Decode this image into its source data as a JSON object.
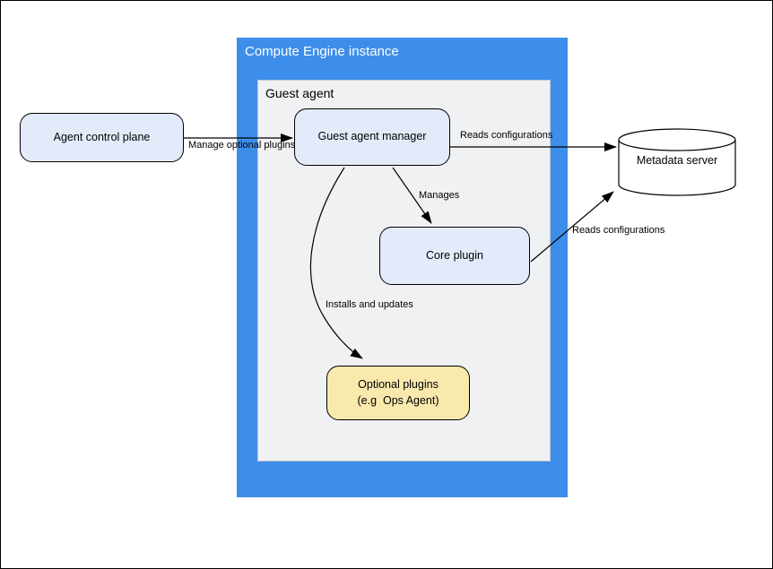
{
  "containers": {
    "compute_engine_instance": {
      "label": "Compute Engine instance"
    },
    "guest_agent": {
      "label": "Guest agent"
    }
  },
  "nodes": {
    "agent_control_plane": {
      "label": "Agent control plane"
    },
    "guest_agent_manager": {
      "label": "Guest agent manager"
    },
    "core_plugin": {
      "label": "Core plugin"
    },
    "optional_plugins": {
      "label_line1": "Optional plugins",
      "label_line2": "(e.g  Ops Agent)"
    },
    "metadata_server": {
      "label": "Metadata server"
    }
  },
  "edges": {
    "manage_optional_plugins": {
      "label": "Manage optional plugins"
    },
    "manager_reads_configurations": {
      "label": "Reads configurations"
    },
    "manages": {
      "label": "Manages"
    },
    "installs_and_updates": {
      "label": "Installs and updates"
    },
    "core_reads_configurations": {
      "label": "Reads configurations"
    }
  },
  "colors": {
    "container_blue": "#3d8eeb",
    "container_gray": "#f0f1f3",
    "node_blue_fill": "#e3ebfa",
    "node_yellow_fill": "#fae9ad",
    "border_black": "#000000"
  }
}
